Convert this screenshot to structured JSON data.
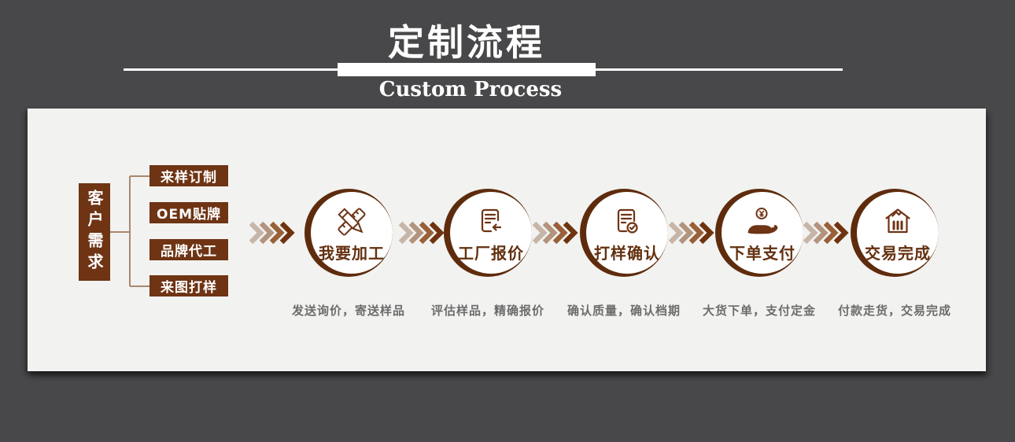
{
  "header": {
    "title": "定制流程",
    "subtitle": "Custom Process"
  },
  "customer": {
    "label": "客户需求",
    "options": [
      "来样订制",
      "OEM贴牌",
      "品牌代工",
      "来图打样"
    ]
  },
  "steps": [
    {
      "label": "我要加工",
      "caption": "发送询价，寄送样品",
      "icon": "pencil-ruler-icon"
    },
    {
      "label": "工厂报价",
      "caption": "评估样品，精确报价",
      "icon": "quote-document-icon"
    },
    {
      "label": "打样确认",
      "caption": "确认质量，确认档期",
      "icon": "document-check-icon"
    },
    {
      "label": "下单支付",
      "caption": "大货下单，支付定金",
      "icon": "hand-coin-icon"
    },
    {
      "label": "交易完成",
      "caption": "付款走货，交易完成",
      "icon": "warehouse-chart-icon"
    }
  ],
  "colors": {
    "page_bg": "#48484a",
    "card_bg": "#f2f2f0",
    "box_brown": "#6e3414",
    "ring_brown": "#5e2c0d",
    "connector_tan": "#a8886c",
    "caption_gray": "#6c6c6c",
    "chevrons": [
      "#c7b6a8",
      "#b3947e",
      "#9a6038",
      "#6f3310"
    ]
  }
}
